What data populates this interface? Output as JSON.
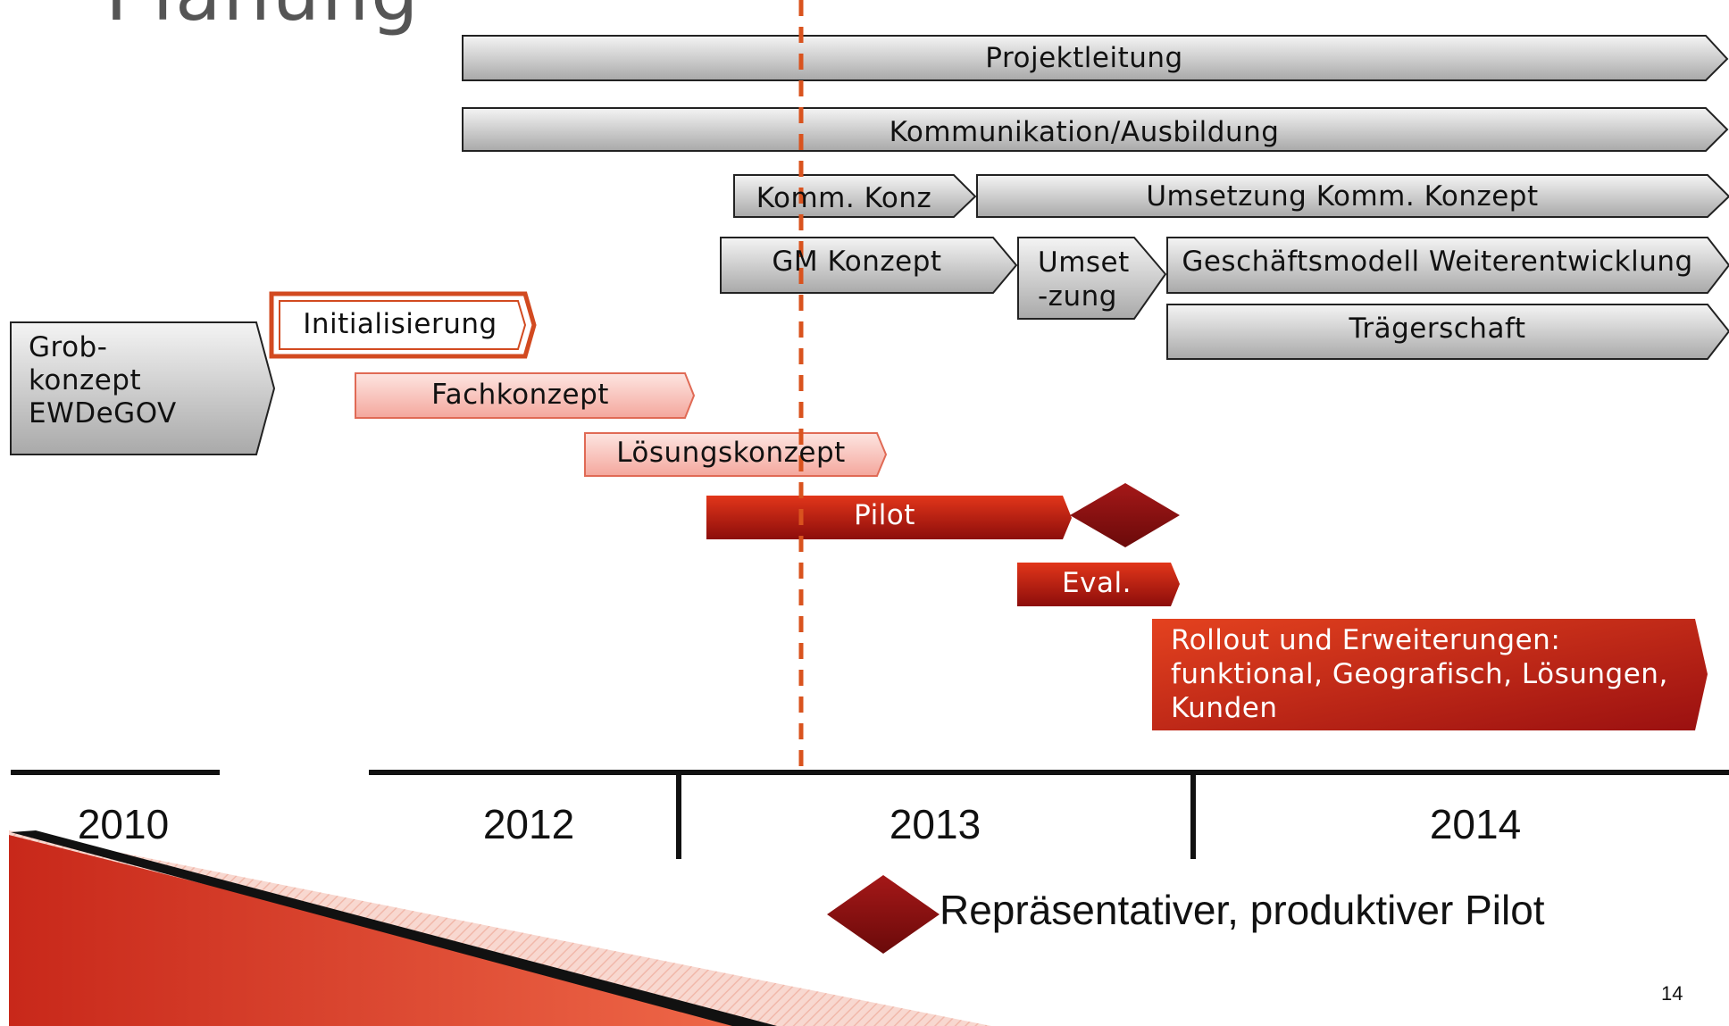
{
  "slide": {
    "title_fragment": "Planung",
    "page_number": "14"
  },
  "bars": {
    "projektleitung": "Projektleitung",
    "kommunikation": "Kommunikation/Ausbildung",
    "komm_konz": "Komm. Konz",
    "umsetzung_komm": "Umsetzung Komm. Konzept",
    "gm_konzept": "GM Konzept",
    "umsetzung": "Umset\n-zung",
    "gm_weiter": "Geschäftsmodell Weiterentwicklung",
    "traegerschaft": "Trägerschaft",
    "grobkonzept": "Grob-\nkonzept\nEWDeGOV",
    "initialisierung": "Initialisierung",
    "fachkonzept": "Fachkonzept",
    "loesungskonzept": "Lösungskonzept",
    "pilot": "Pilot",
    "eval": "Eval.",
    "rollout": "Rollout und Erweiterungen:\nfunktional, Geografisch, Lösungen,\nKunden"
  },
  "timeline": {
    "years": [
      "2010",
      "2012",
      "2013",
      "2014"
    ]
  },
  "legend": {
    "milestone": "Repräsentativer, produktiver Pilot"
  },
  "colors": {
    "gray_top": "#f2f2f2",
    "gray_bottom": "#a8a8a8",
    "red_dark": "#8b0f0f",
    "red_mid": "#d42b10",
    "pink": "#f8b8b0",
    "orange_line": "#d9531e"
  }
}
